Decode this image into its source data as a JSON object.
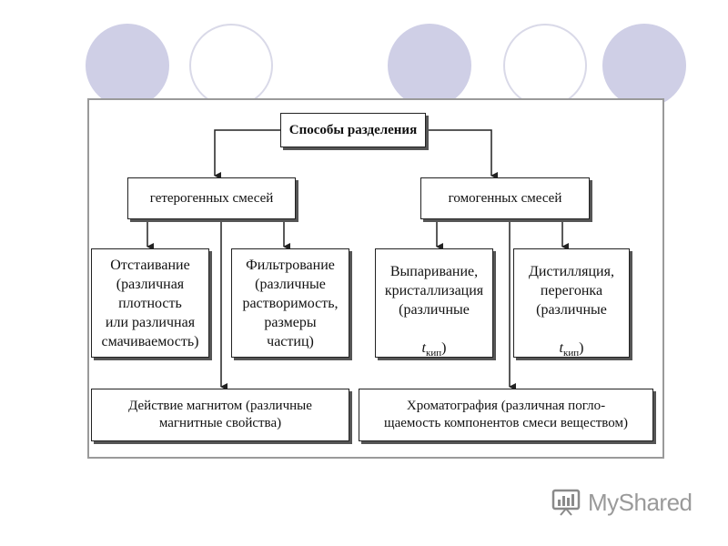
{
  "diagram": {
    "root": "Способы разделения",
    "branches": [
      {
        "label": "гетерогенных смесей",
        "methods": [
          "Отстаивание\n(различная\nплотность\nили различная\nсмачиваемость)",
          "Фильтрование\n(различные\nрастворимость,\nразмеры\nчастиц)"
        ],
        "bottom": "Действие магнитом (различные\nмагнитные свойства)"
      },
      {
        "label": "гомогенных смесей",
        "methods": [
          {
            "text": "Выпаривание,\nкристаллизация\n(различные",
            "symbol": "t",
            "subscript": "кип",
            "close": ")"
          },
          {
            "text": "Дистилляция,\nперегонка\n(различные",
            "symbol": "t",
            "subscript": "кип",
            "close": ")"
          }
        ],
        "bottom": "Хроматография (различная погло-\nщаемость компонентов смеси веществом)"
      }
    ]
  },
  "watermark": {
    "text": "MyShared"
  }
}
